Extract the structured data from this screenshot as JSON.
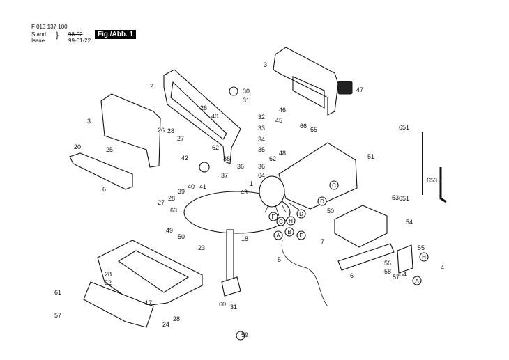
{
  "header": {
    "doc_number": "F 013 137 100",
    "stand_label": "Stand",
    "issue_label": "Issue",
    "stand_date": "98-02",
    "issue_date": "99-01-22",
    "figure": "Fig./Abb. 1"
  },
  "part_labels": [
    "3",
    "47",
    "2",
    "30",
    "31",
    "32",
    "33",
    "34",
    "35",
    "62",
    "36",
    "36",
    "38",
    "37",
    "64",
    "43",
    "1",
    "48",
    "46",
    "45",
    "66",
    "65",
    "40",
    "26",
    "26",
    "3",
    "28",
    "27",
    "20",
    "25",
    "42",
    "62",
    "39",
    "40",
    "41",
    "6",
    "27",
    "28",
    "63",
    "18",
    "49",
    "50",
    "23",
    "28",
    "52",
    "61",
    "17",
    "57",
    "24",
    "28",
    "60",
    "31",
    "59",
    "5",
    "51",
    "651",
    "651",
    "653",
    "50",
    "53",
    "54",
    "7",
    "55",
    "56",
    "58",
    "57",
    "6",
    "54",
    "4"
  ],
  "connector_labels": [
    "C",
    "D",
    "F",
    "C",
    "H",
    "D",
    "A",
    "B",
    "E",
    "H",
    "A"
  ]
}
